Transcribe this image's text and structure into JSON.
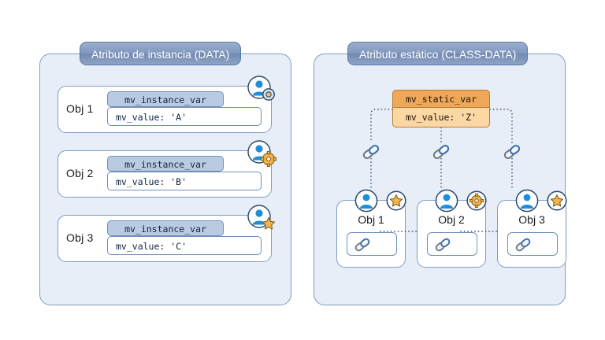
{
  "diagram": {
    "title_left": "Atributo de instancia (DATA)",
    "title_right": "Atributo estático (CLASS-DATA)"
  },
  "left_panel": {
    "header": "Atributo de instancia (DATA)",
    "objects": [
      {
        "label": "Obj 1",
        "var_name": "mv_instance_var",
        "var_value": "mv_value: 'A'",
        "badge_icon": "circle-badge-icon"
      },
      {
        "label": "Obj 2",
        "var_name": "mv_instance_var",
        "var_value": "mv_value: 'B'",
        "badge_icon": "gear-badge-icon"
      },
      {
        "label": "Obj 3",
        "var_name": "mv_instance_var",
        "var_value": "mv_value: 'C'",
        "badge_icon": "star-badge-icon"
      }
    ]
  },
  "right_panel": {
    "header": "Atributo estático (CLASS-DATA)",
    "static_var": {
      "var_name": "mv_static_var",
      "var_value": "mv_value: 'Z'"
    },
    "objects": [
      {
        "label": "Obj 1",
        "badge_icon": "star-badge-icon",
        "slot_icon": "chain-link-icon"
      },
      {
        "label": "Obj 2",
        "badge_icon": "gear-badge-icon",
        "slot_icon": "chain-link-icon"
      },
      {
        "label": "Obj 3",
        "badge_icon": "star-badge-icon",
        "slot_icon": "chain-link-icon"
      }
    ],
    "connector_icons": [
      "chain-link-icon",
      "chain-link-icon",
      "chain-link-icon"
    ]
  },
  "colors": {
    "panel_background": "#e7eef7",
    "panel_border": "#7e9dc4",
    "title_pill": "#7f96bc",
    "instance_var_header": "#b9cbe2",
    "static_var_header": "#efa758",
    "static_var_body": "#fbd7a4",
    "avatar_blue": "#1d8fd8",
    "badge_gold": "#f0b64a",
    "page_background": "#ffffff"
  }
}
